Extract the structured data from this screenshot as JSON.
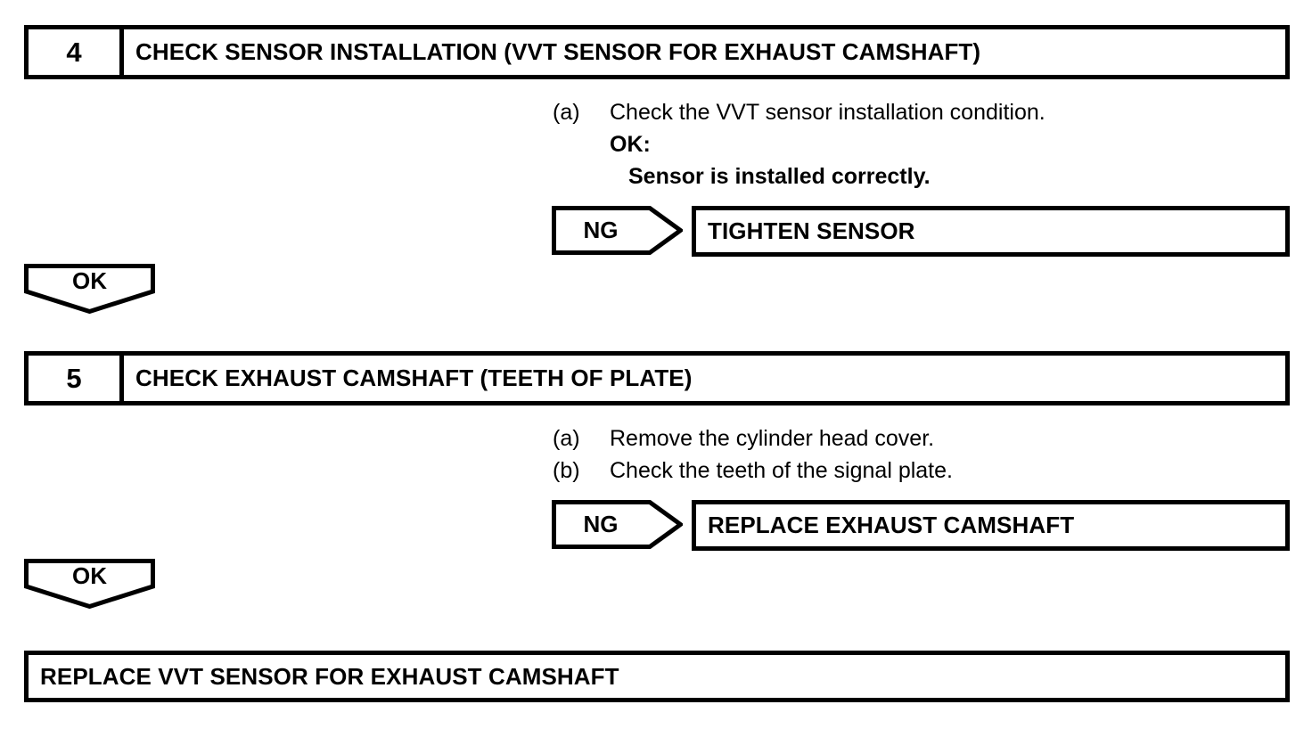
{
  "steps": [
    {
      "number": "4",
      "title": "CHECK SENSOR INSTALLATION (VVT SENSOR FOR EXHAUST CAMSHAFT)",
      "instructions": [
        {
          "marker": "(a)",
          "text": "Check the VVT sensor installation condition."
        }
      ],
      "ok_label": "OK:",
      "ok_value": "Sensor is installed correctly.",
      "ng_label": "NG",
      "ng_result": "TIGHTEN SENSOR",
      "ok_connector": "OK"
    },
    {
      "number": "5",
      "title": "CHECK EXHAUST CAMSHAFT (TEETH OF PLATE)",
      "instructions": [
        {
          "marker": "(a)",
          "text": "Remove the cylinder head cover."
        },
        {
          "marker": "(b)",
          "text": "Check the teeth of the signal plate."
        }
      ],
      "ng_label": "NG",
      "ng_result": "REPLACE EXHAUST CAMSHAFT",
      "ok_connector": "OK"
    }
  ],
  "final_result": "REPLACE VVT SENSOR FOR EXHAUST CAMSHAFT",
  "colors": {
    "line": "#000000",
    "background": "#ffffff"
  }
}
